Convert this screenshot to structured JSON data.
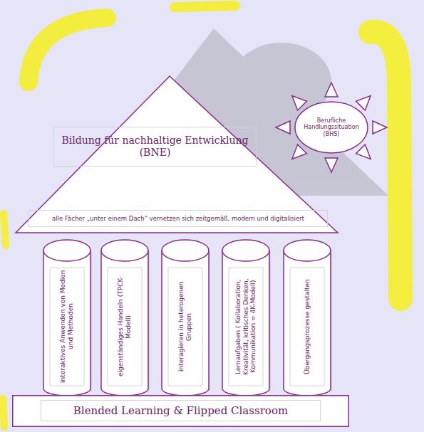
{
  "diagram": {
    "nodes": [
      {
        "text": [
          "Bildung für nachhaltige Entwicklung (BNE)"
        ]
      },
      {
        "text": [
          "alle Fächer „unter einem Dach“ vernetzen sich zeitgemäß, modern und digitalisiert"
        ],
        "in": 0
      },
      {
        "text": [
          "Berufliche Handlungssituation (BHS)"
        ]
      },
      {
        "text": [
          "interaktives Anwenden von Medien und Methoden"
        ]
      },
      {
        "text": [
          "eigenständiges Handeln (TPCK-Modell)"
        ]
      },
      {
        "text": [
          "interagieren in heterogenen Gruppen"
        ]
      },
      {
        "text": [
          "Lernaufgaben ( Kollaboration, Kreativität, kritisches Denken, Kommunikation = 4K-Modell)"
        ]
      },
      {
        "text": [
          "Übergangsprozesse gestalten"
        ]
      },
      {
        "text": [
          "Blended Learning & Flipped Classroom"
        ]
      }
    ]
  }
}
